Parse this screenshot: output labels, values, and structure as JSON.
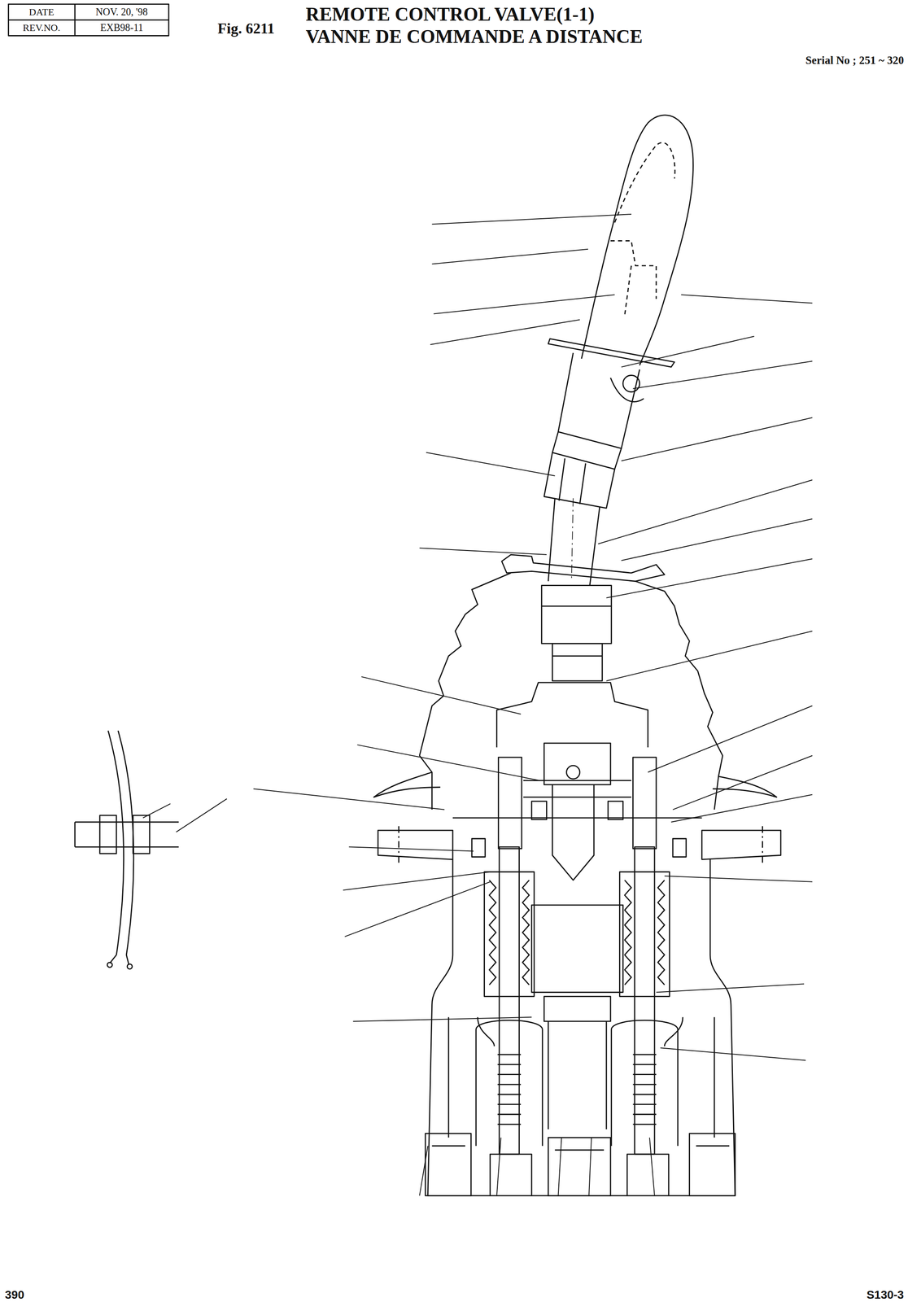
{
  "diagram": {
    "title": "REMOTE CONTROL VALVE(1-1)",
    "labels": [
      "Fig. 6211",
      "VANNE DE COMMANDE A DISTANCE",
      "DATE",
      "NOV. 20, '98",
      "REV.NO.",
      "EXB98-11",
      "Serial No ; 251 ~ 320",
      "390",
      "S130-3"
    ]
  }
}
